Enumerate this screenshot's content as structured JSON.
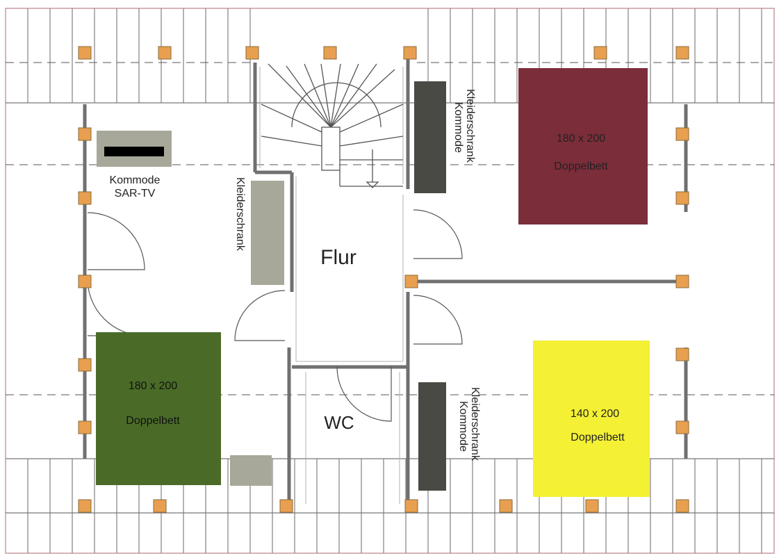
{
  "rooms": {
    "hallway": "Flur",
    "toilet": "WC"
  },
  "furniture": {
    "bed_top_right": {
      "size": "180 x 200",
      "label": "Doppelbett",
      "color": "#7b2d3a"
    },
    "bed_bottom_left": {
      "size": "180 x 200",
      "label": "Doppelbett",
      "color": "#4a6b28"
    },
    "bed_bottom_right": {
      "size": "140 x 200",
      "label": "Doppelbett",
      "color": "#f4f034"
    },
    "dresser_tv": {
      "line1": "Kommode",
      "line2": "SAR-TV",
      "color": "#a8a89a"
    },
    "wardrobe_hall": {
      "label": "Kleiderschrank",
      "color": "#a8a89a"
    },
    "wardrobe_top_right": {
      "line1": "Kleiderschrank",
      "line2": "Kommode",
      "color": "#4a4a44"
    },
    "wardrobe_bottom_right": {
      "line1": "Kleiderschrank",
      "line2": "Kommode",
      "color": "#4a4a44"
    },
    "small_cabinet": {
      "color": "#a8a89a"
    }
  },
  "colors": {
    "wall": "#707070",
    "rafter": "#8a8a8a",
    "post": "#e8a050",
    "border": "#c89aa0"
  }
}
